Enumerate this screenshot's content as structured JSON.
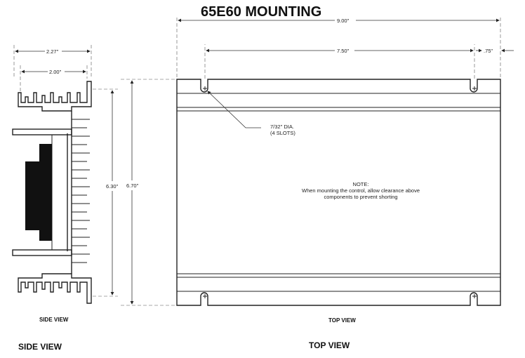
{
  "title": "65E60 MOUNTING",
  "dimensions": {
    "overall_width": "9.00\"",
    "slot_spacing": "7.50\"",
    "edge_offset": ".75\"",
    "side_outer_width": "2.27\"",
    "side_inner_width": "2.00\"",
    "slot_height": "6.30\"",
    "overall_height": "6.70\""
  },
  "callout": {
    "line1": "7/32\" DIA.",
    "line2": "(4 SLOTS)"
  },
  "note": {
    "heading": "NOTE:",
    "line1": "When mounting the control, allow clearance above",
    "line2": "components to prevent shorting"
  },
  "captions": {
    "side_view_small": "SIDE VIEW",
    "top_view_small": "TOP VIEW",
    "side_view_large": "SIDE VIEW",
    "top_view_large": "TOP VIEW"
  }
}
